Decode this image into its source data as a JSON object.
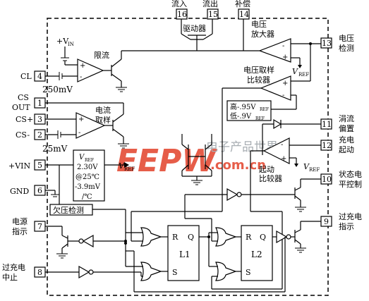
{
  "pins": {
    "p16": {
      "num": "16",
      "label": "流入"
    },
    "p15": {
      "num": "15",
      "label": "流出"
    },
    "p14": {
      "num": "14",
      "label": "补偿"
    },
    "p13": {
      "num": "13",
      "label1": "电压",
      "label2": "检测"
    },
    "p4": {
      "num": "4",
      "label": "CL",
      "sub": "250mV"
    },
    "p1": {
      "num": "1",
      "label1": "CS",
      "label2": "OUT"
    },
    "p3": {
      "num": "3",
      "label": "CS+"
    },
    "p2": {
      "num": "2",
      "label": "CS-",
      "sub": "25mV"
    },
    "p5": {
      "num": "5",
      "label": "+VIN"
    },
    "p6": {
      "num": "6",
      "label": "GND"
    },
    "p7": {
      "num": "7",
      "label1": "电源",
      "label2": "指示"
    },
    "p8": {
      "num": "8",
      "label1": "过充电",
      "label2": "中止"
    },
    "p11": {
      "num": "11",
      "label1": "涓流",
      "label2": "偏置"
    },
    "p12": {
      "num": "12",
      "label1": "充电",
      "label2": "起动"
    },
    "p10": {
      "num": "10",
      "label1": "状态电",
      "label2": "平控制"
    },
    "p9": {
      "num": "9",
      "label1": "过充电",
      "label2": "指示"
    }
  },
  "blocks": {
    "driver": "驱动器",
    "volt_amp1": "电压",
    "volt_amp2": "放大器",
    "limit": "限流",
    "plus_vin": "+V",
    "plus_vin_sub": "IN",
    "volt_sample1": "电压取样",
    "volt_sample2": "比较器",
    "cur_sample1": "电流",
    "cur_sample2": "取样",
    "thresh_high": "高-.95V",
    "thresh_low": "低-.9V",
    "ref_sub": "REF",
    "start_cmp1": "起动",
    "start_cmp2": "比较器",
    "vref_label": "V",
    "vref_sub": "REF",
    "ref_box_title": "V",
    "ref_box_v": "2.30V",
    "ref_box_t": "@25℃",
    "ref_box_tc": "-3.9mV",
    "ref_box_unit": "/℃",
    "uvlo": "欠压检测",
    "latch1": "L1",
    "latch2": "L2",
    "latch_r": "R",
    "latch_s": "S",
    "latch_q": "Q"
  },
  "watermark": {
    "logo": "EEPW",
    "cn": "电子产品世界",
    "url": ".com.cn"
  }
}
